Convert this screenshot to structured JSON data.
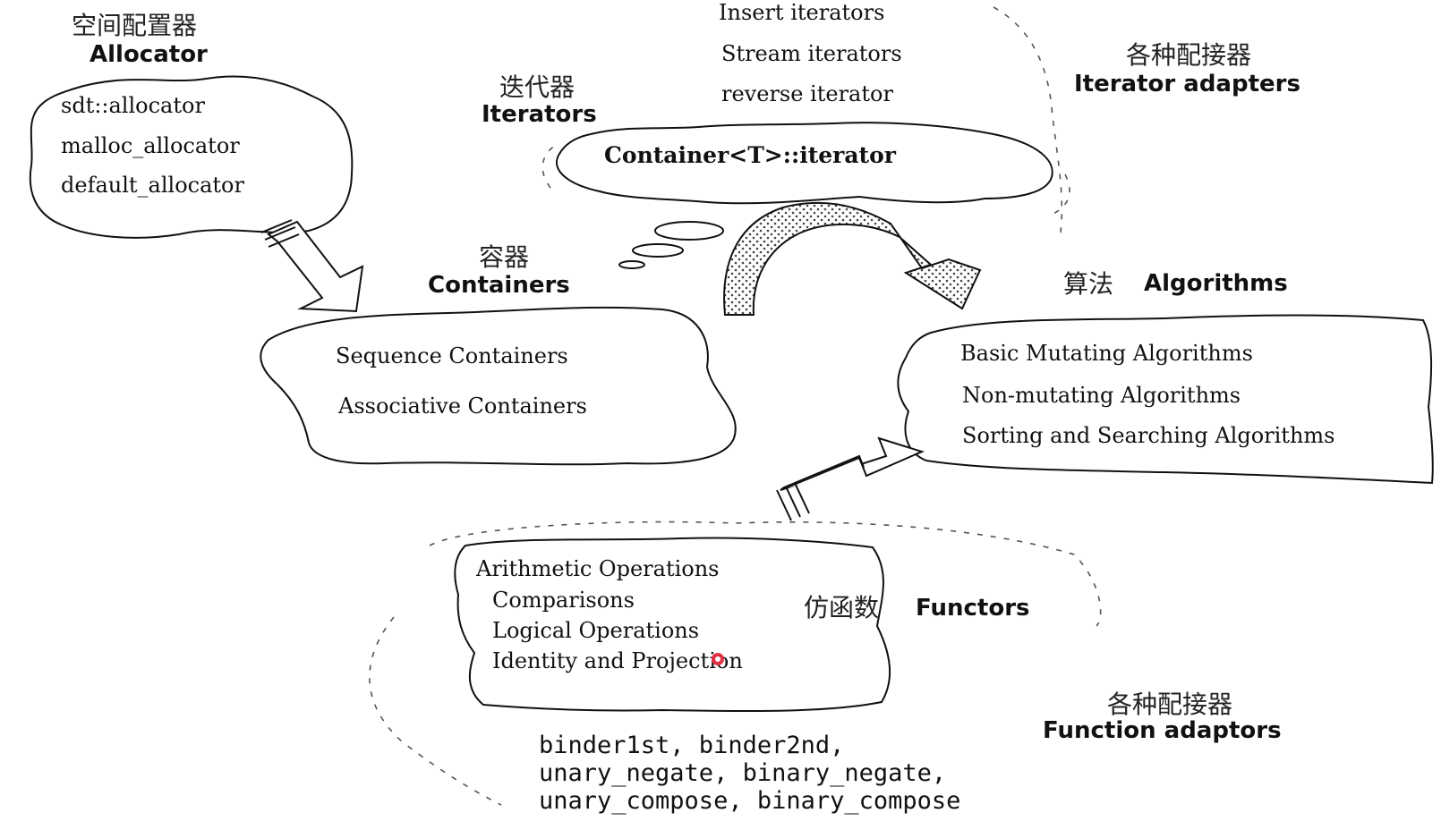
{
  "allocator": {
    "title_cn": "空间配置器",
    "title_en": "Allocator",
    "items": [
      "sdt::allocator",
      "malloc_allocator",
      "default_allocator"
    ]
  },
  "iterators": {
    "title_cn": "迭代器",
    "title_en": "Iterators",
    "cloud_text": "Container<T>::iterator"
  },
  "iterator_adapters": {
    "title_cn": "各种配接器",
    "title_en": "Iterator adapters",
    "items": [
      "Insert iterators",
      "Stream iterators",
      "reverse  iterator"
    ]
  },
  "containers": {
    "title_cn": "容器",
    "title_en": "Containers",
    "items": [
      "Sequence Containers",
      "Associative Containers"
    ]
  },
  "algorithms": {
    "title_cn": "算法",
    "title_en": "Algorithms",
    "items": [
      "Basic Mutating Algorithms",
      "Non-mutating Algorithms",
      "Sorting and Searching Algorithms"
    ]
  },
  "functors": {
    "title_cn": "仿函数",
    "title_en": "Functors",
    "items": [
      "Arithmetic Operations",
      "Comparisons",
      "Logical Operations",
      "Identity and Projection"
    ]
  },
  "function_adaptors": {
    "title_cn": "各种配接器",
    "title_en": "Function adaptors",
    "lines": [
      "binder1st, binder2nd,",
      "unary_negate, binary_negate,",
      "unary_compose, binary_compose"
    ]
  }
}
